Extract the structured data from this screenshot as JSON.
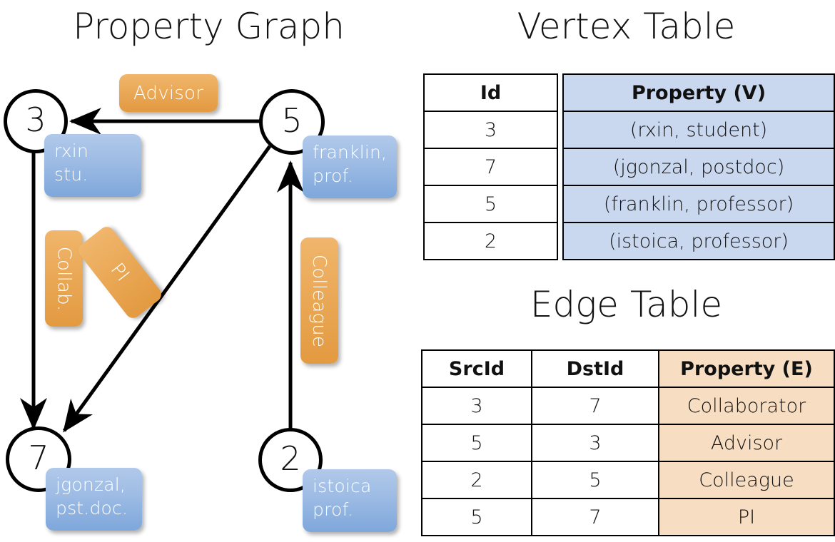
{
  "titles": {
    "property_graph": "Property Graph",
    "vertex_table": "Vertex Table",
    "edge_table": "Edge Table"
  },
  "graph": {
    "nodes": [
      {
        "id": "3",
        "property": "rxin\nstu."
      },
      {
        "id": "5",
        "property": "franklin,\nprof."
      },
      {
        "id": "7",
        "property": "jgonzal,\npst.doc."
      },
      {
        "id": "2",
        "property": "istoica\nprof."
      }
    ],
    "node_labels": {
      "n3": "3",
      "n5": "5",
      "n7": "7",
      "n2": "2"
    },
    "property_labels": {
      "rxin_line1": "rxin",
      "rxin_line2": "stu.",
      "franklin_line1": "franklin,",
      "franklin_line2": "prof.",
      "jgonzal_line1": "jgonzal,",
      "jgonzal_line2": "pst.doc.",
      "istoica_line1": "istoica",
      "istoica_line2": "prof."
    },
    "edge_labels": {
      "advisor": "Advisor",
      "collab": "Collab.",
      "pi": "PI",
      "colleague": "Colleague"
    },
    "edges": [
      {
        "src": "5",
        "dst": "3",
        "label": "Advisor"
      },
      {
        "src": "3",
        "dst": "7",
        "label": "Collab."
      },
      {
        "src": "5",
        "dst": "7",
        "label": "PI"
      },
      {
        "src": "2",
        "dst": "5",
        "label": "Colleague"
      }
    ]
  },
  "vertex_table": {
    "headers": [
      "Id",
      "Property (V)"
    ],
    "rows": [
      {
        "id": "3",
        "property": "(rxin, student)"
      },
      {
        "id": "7",
        "property": "(jgonzal, postdoc)"
      },
      {
        "id": "5",
        "property": "(franklin, professor)"
      },
      {
        "id": "2",
        "property": "(istoica, professor)"
      }
    ]
  },
  "edge_table": {
    "headers": [
      "SrcId",
      "DstId",
      "Property (E)"
    ],
    "rows": [
      {
        "src": "3",
        "dst": "7",
        "property": "Collaborator"
      },
      {
        "src": "5",
        "dst": "3",
        "property": "Advisor"
      },
      {
        "src": "2",
        "dst": "5",
        "property": "Colleague"
      },
      {
        "src": "5",
        "dst": "7",
        "property": "PI"
      }
    ]
  },
  "colors": {
    "vertex_header_fill": "#c9d8ef",
    "edge_header_fill": "#f7ddc1",
    "node_property_box": "#9dbbe4",
    "edge_label_box": "#eaa957",
    "stroke": "#000000",
    "background": "#ffffff"
  }
}
